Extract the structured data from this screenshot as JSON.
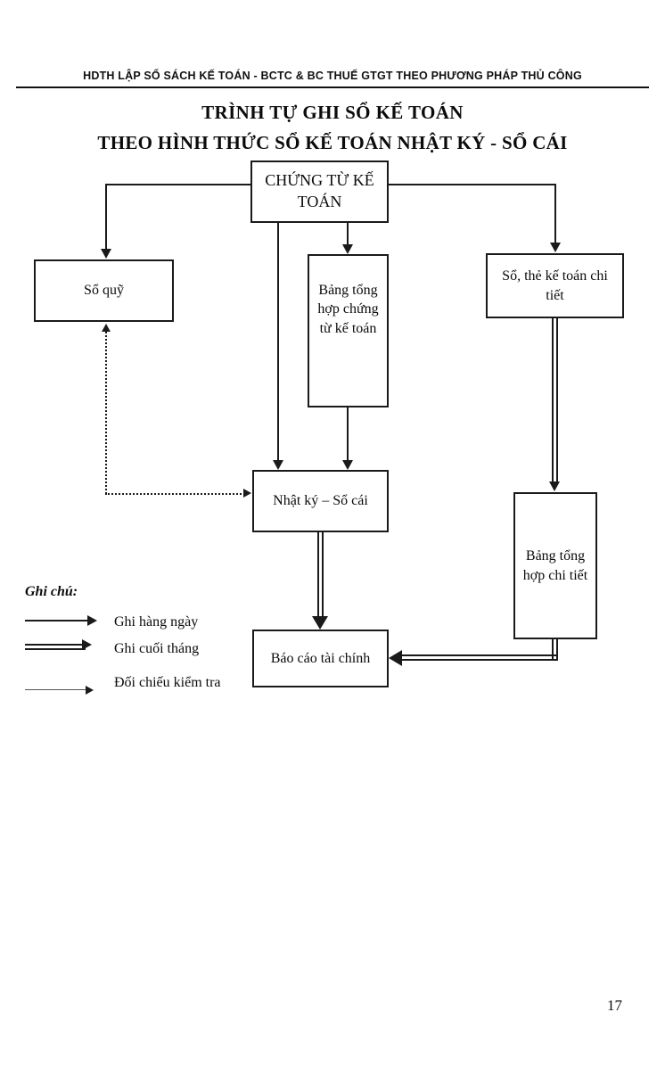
{
  "document": {
    "running_header": "HDTH LẬP SỔ SÁCH KẾ TOÁN - BCTC & BC THUẾ GTGT THEO PHƯƠNG PHÁP THỦ CÔNG",
    "title_line_1": "TRÌNH TỰ GHI SỔ KẾ TOÁN",
    "title_line_2": "THEO HÌNH THỨC SỔ KẾ TOÁN NHẬT KÝ - SỔ CÁI",
    "page_number": "17"
  },
  "diagram": {
    "type": "flowchart",
    "nodes": [
      {
        "id": "chung-tu-ke-toan",
        "label": "CHỨNG TỪ KẾ TOÁN"
      },
      {
        "id": "so-quy",
        "label": "Sổ quỹ"
      },
      {
        "id": "bang-tong-hop-chung-tu",
        "label": "Bảng tổng hợp chứng từ kế toán"
      },
      {
        "id": "so-the-ke-toan-chi-tiet",
        "label": "Sổ, thẻ kế toán chi tiết"
      },
      {
        "id": "nhat-ky-so-cai",
        "label": "Nhật ký – Sổ cái"
      },
      {
        "id": "bang-tong-hop-chi-tiet",
        "label": "Bảng tổng hợp chi tiết"
      },
      {
        "id": "bao-cao-tai-chinh",
        "label": "Báo cáo tài chính"
      }
    ],
    "edges": [
      {
        "from": "chung-tu-ke-toan",
        "to": "so-quy",
        "style": "daily"
      },
      {
        "from": "chung-tu-ke-toan",
        "to": "bang-tong-hop-chung-tu",
        "style": "daily"
      },
      {
        "from": "chung-tu-ke-toan",
        "to": "so-the-ke-toan-chi-tiet",
        "style": "daily"
      },
      {
        "from": "chung-tu-ke-toan",
        "to": "nhat-ky-so-cai",
        "style": "daily"
      },
      {
        "from": "bang-tong-hop-chung-tu",
        "to": "nhat-ky-so-cai",
        "style": "daily"
      },
      {
        "from": "so-quy",
        "to": "nhat-ky-so-cai",
        "style": "reconcile"
      },
      {
        "from": "so-the-ke-toan-chi-tiet",
        "to": "bang-tong-hop-chi-tiet",
        "style": "monthly"
      },
      {
        "from": "nhat-ky-so-cai",
        "to": "bao-cao-tai-chinh",
        "style": "monthly"
      },
      {
        "from": "bang-tong-hop-chi-tiet",
        "to": "bao-cao-tai-chinh",
        "style": "monthly"
      }
    ]
  },
  "legend": {
    "title": "Ghi chú:",
    "items": [
      {
        "style": "daily",
        "label": "Ghi hàng ngày"
      },
      {
        "style": "monthly",
        "label": "Ghi cuối tháng"
      },
      {
        "style": "reconcile",
        "label": "Đối chiếu kiểm tra"
      }
    ]
  },
  "colors": {
    "ink": "#1a1a1a",
    "paper": "#ffffff"
  }
}
